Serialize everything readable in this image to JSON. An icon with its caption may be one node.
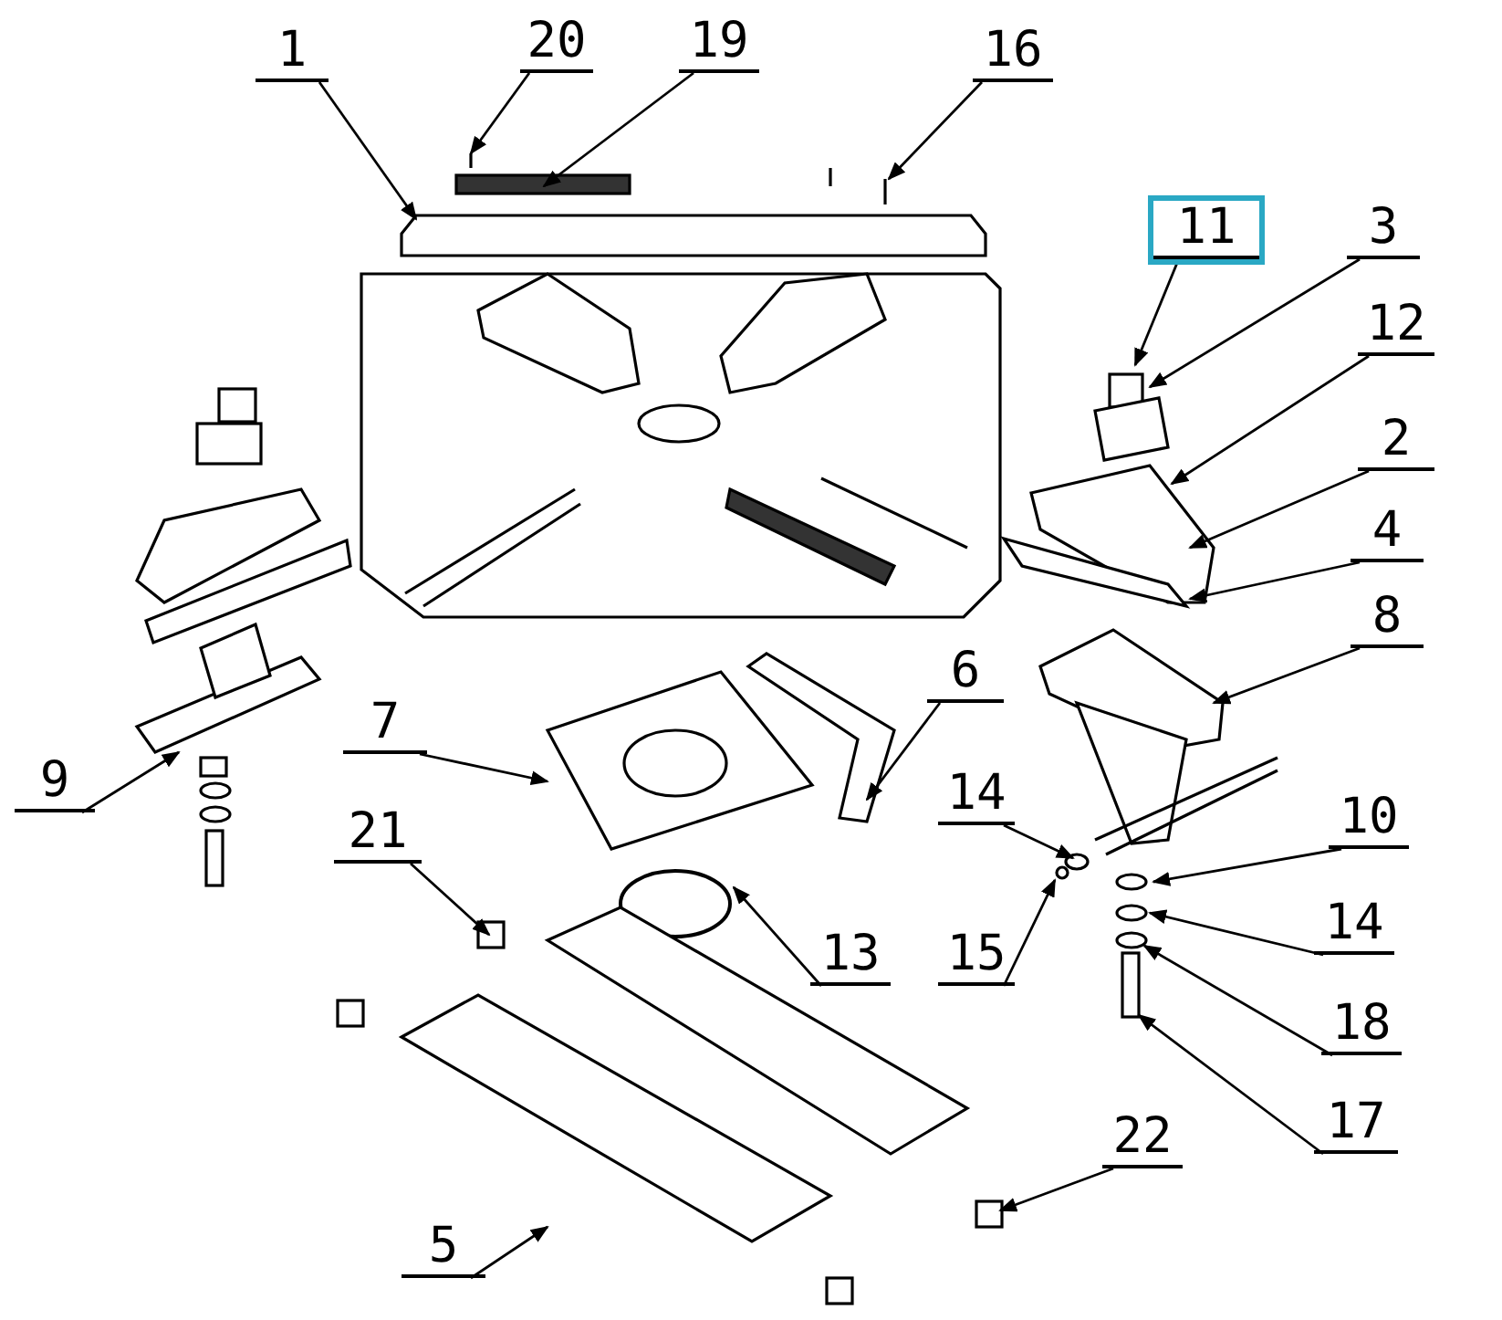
{
  "diagram": {
    "nodes": [
      {
        "text": [
          "20"
        ]
      },
      {
        "text": [
          "19"
        ]
      },
      {
        "text": [
          "16"
        ]
      },
      {
        "text": [
          "1"
        ]
      },
      {
        "text": [
          "11"
        ]
      },
      {
        "text": [
          "3"
        ]
      },
      {
        "text": [
          "12"
        ]
      },
      {
        "text": [
          "2"
        ]
      },
      {
        "text": [
          "4"
        ]
      },
      {
        "text": [
          "8"
        ]
      },
      {
        "text": [
          "6"
        ]
      },
      {
        "text": [
          "7"
        ]
      },
      {
        "text": [
          "9"
        ]
      },
      {
        "text": [
          "14"
        ]
      },
      {
        "text": [
          "10"
        ]
      },
      {
        "text": [
          "21"
        ]
      },
      {
        "text": [
          "14"
        ]
      },
      {
        "text": [
          "13"
        ]
      },
      {
        "text": [
          "15"
        ]
      },
      {
        "text": [
          "18"
        ]
      },
      {
        "text": [
          "17"
        ]
      },
      {
        "text": [
          "22"
        ]
      },
      {
        "text": [
          "5"
        ]
      }
    ],
    "edges": [
      {
        "from": 0,
        "to": null,
        "arrow": "to"
      },
      {
        "from": 1,
        "to": null,
        "arrow": "to"
      },
      {
        "from": 2,
        "to": null,
        "arrow": "to"
      },
      {
        "from": 3,
        "to": null,
        "arrow": "to"
      },
      {
        "from": 4,
        "to": null,
        "arrow": "to"
      },
      {
        "from": 5,
        "to": null,
        "arrow": "to"
      },
      {
        "from": 6,
        "to": null,
        "arrow": "to"
      },
      {
        "from": 7,
        "to": null,
        "arrow": "to"
      },
      {
        "from": 8,
        "to": null,
        "arrow": "to"
      },
      {
        "from": 9,
        "to": null,
        "arrow": "to"
      },
      {
        "from": 10,
        "to": null,
        "arrow": "to"
      },
      {
        "from": 11,
        "to": null,
        "arrow": "to"
      },
      {
        "from": 12,
        "to": null,
        "arrow": "to"
      },
      {
        "from": 13,
        "to": null,
        "arrow": "to"
      },
      {
        "from": 14,
        "to": null,
        "arrow": "to"
      },
      {
        "from": 15,
        "to": null,
        "arrow": "to"
      },
      {
        "from": 16,
        "to": null,
        "arrow": "to"
      },
      {
        "from": 17,
        "to": null,
        "arrow": "to"
      },
      {
        "from": 18,
        "to": null,
        "arrow": "to"
      },
      {
        "from": 19,
        "to": null,
        "arrow": "to"
      },
      {
        "from": 20,
        "to": null,
        "arrow": "to"
      },
      {
        "from": 21,
        "to": null,
        "arrow": "to"
      },
      {
        "from": 22,
        "to": null,
        "arrow": "to"
      }
    ]
  }
}
